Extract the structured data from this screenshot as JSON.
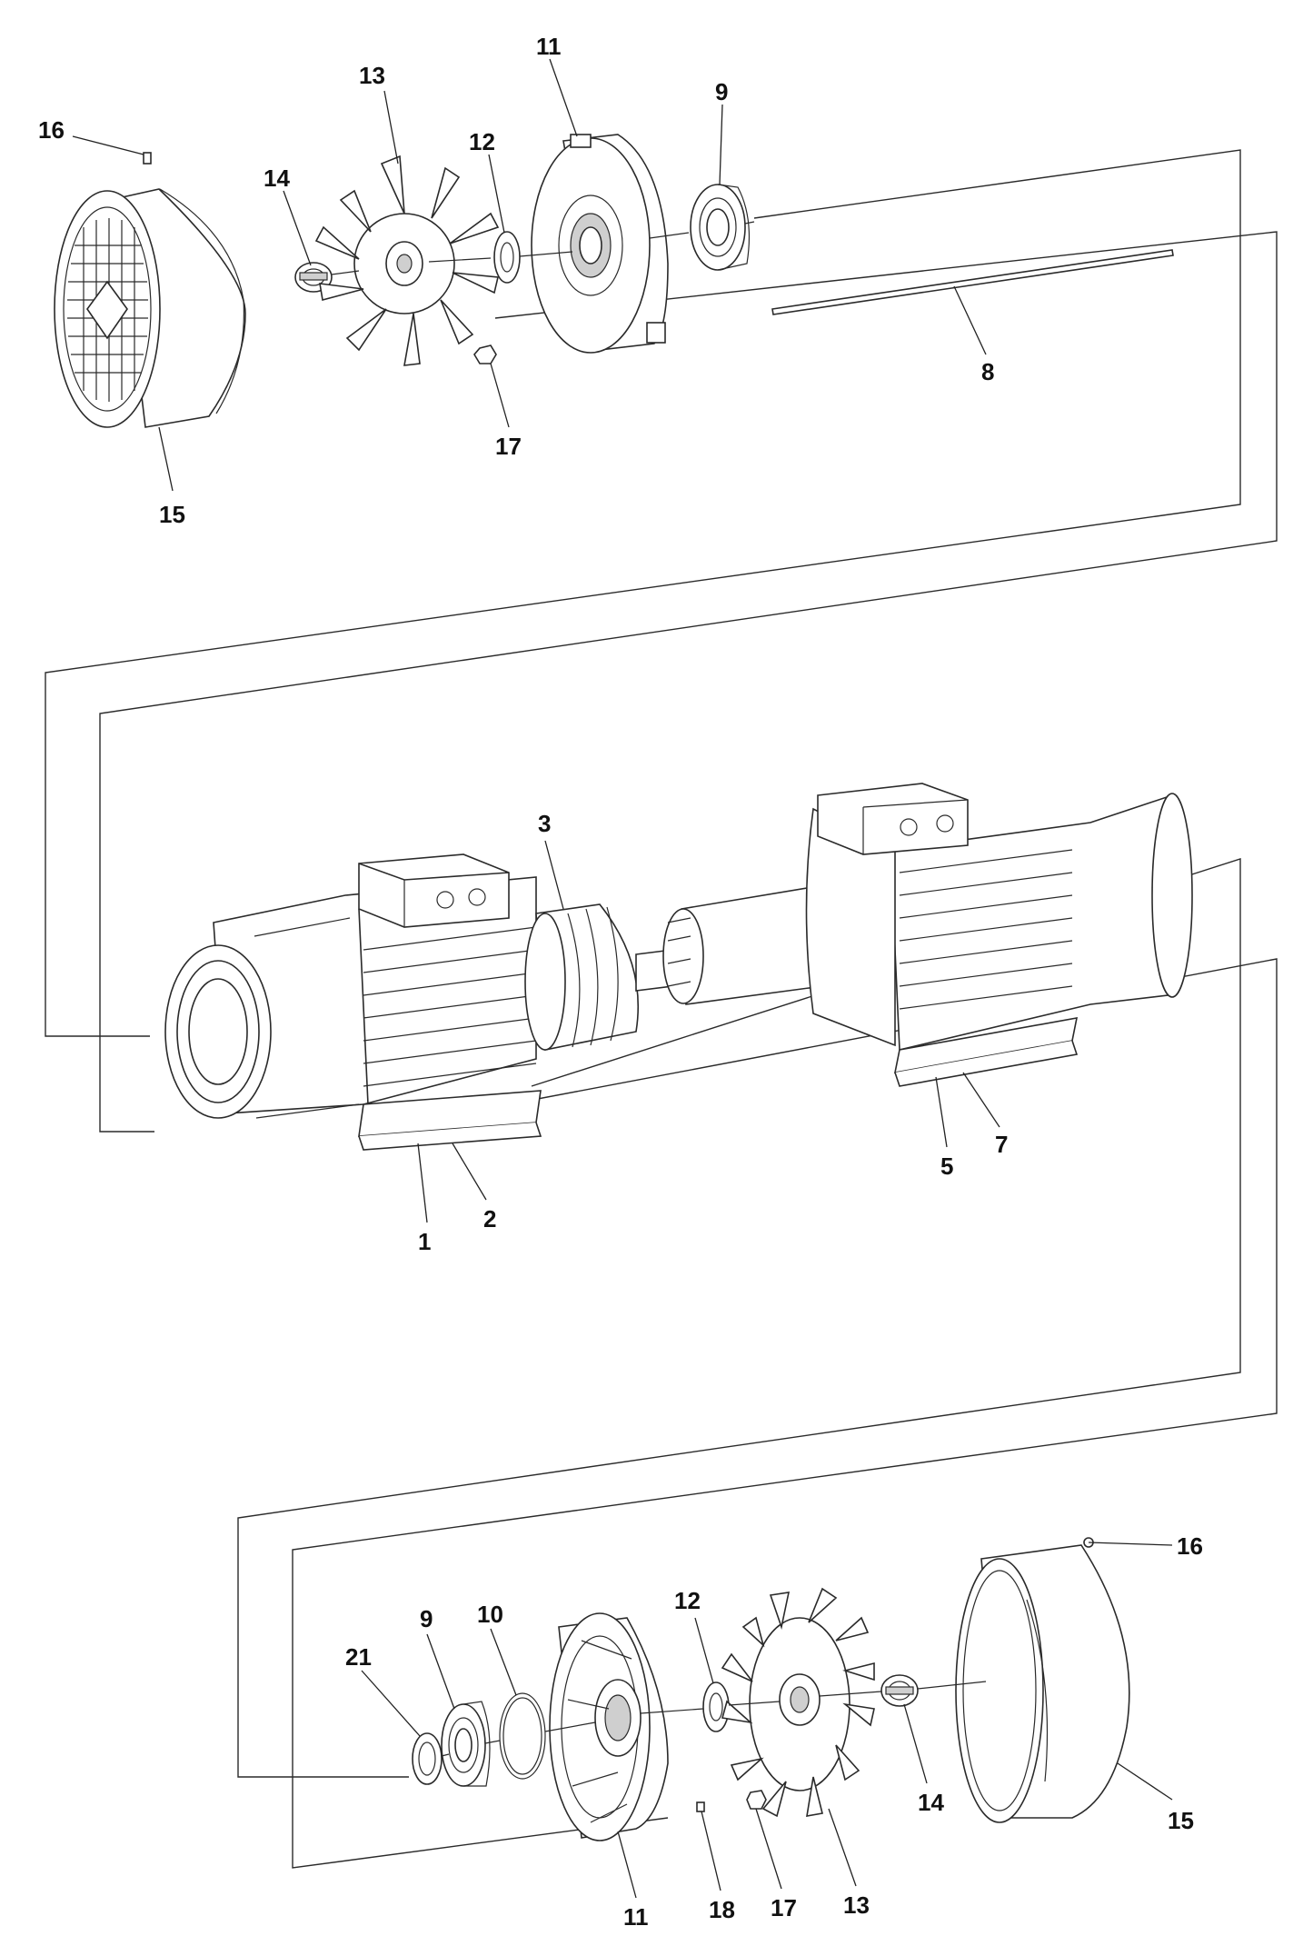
{
  "callouts": {
    "top": {
      "c16": "16",
      "c14": "14",
      "c13": "13",
      "c12": "12",
      "c11": "11",
      "c9": "9",
      "c8": "8",
      "c17": "17",
      "c15": "15"
    },
    "middle": {
      "c3": "3",
      "c1": "1",
      "c2": "2",
      "c5": "5",
      "c7": "7"
    },
    "bottom": {
      "c16": "16",
      "c12": "12",
      "c9": "9",
      "c10": "10",
      "c21": "21",
      "c14": "14",
      "c15": "15",
      "c11": "11",
      "c18": "18",
      "c17": "17",
      "c13": "13"
    }
  },
  "colors": {
    "line": "#2a2a2a",
    "background": "#ffffff"
  }
}
